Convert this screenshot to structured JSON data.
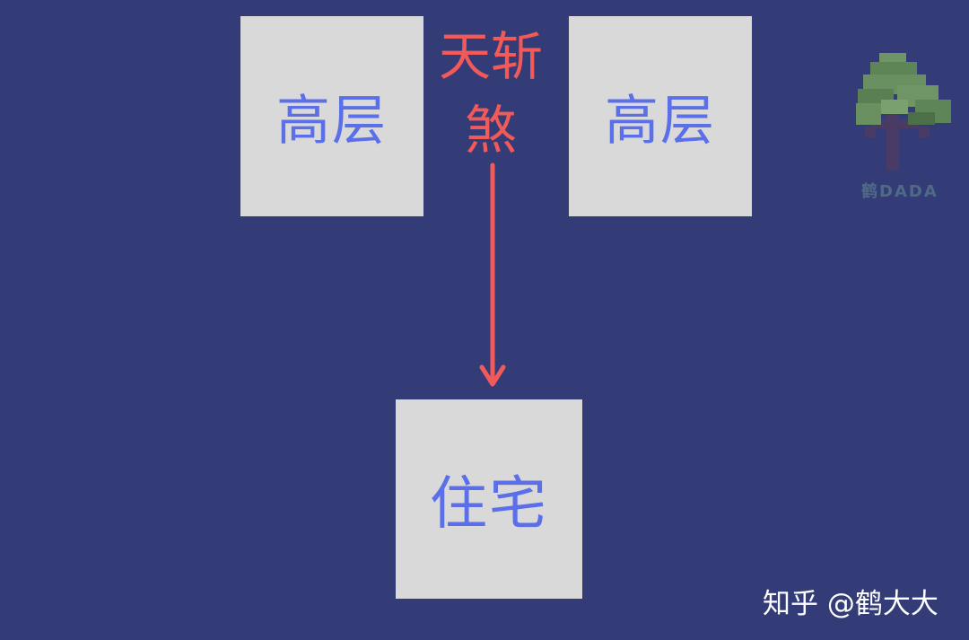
{
  "boxes": {
    "left": "高层",
    "right": "高层",
    "bottom": "住宅"
  },
  "label": {
    "line1": "天斩",
    "line2": "煞"
  },
  "logo": {
    "text": "鹤DADA"
  },
  "watermark": "知乎 @鹤大大",
  "colors": {
    "background": "#343c77",
    "box": "#d9d9d9",
    "box_text": "#5b6fe9",
    "label": "#f25a5a",
    "arrow": "#f25a5a"
  }
}
